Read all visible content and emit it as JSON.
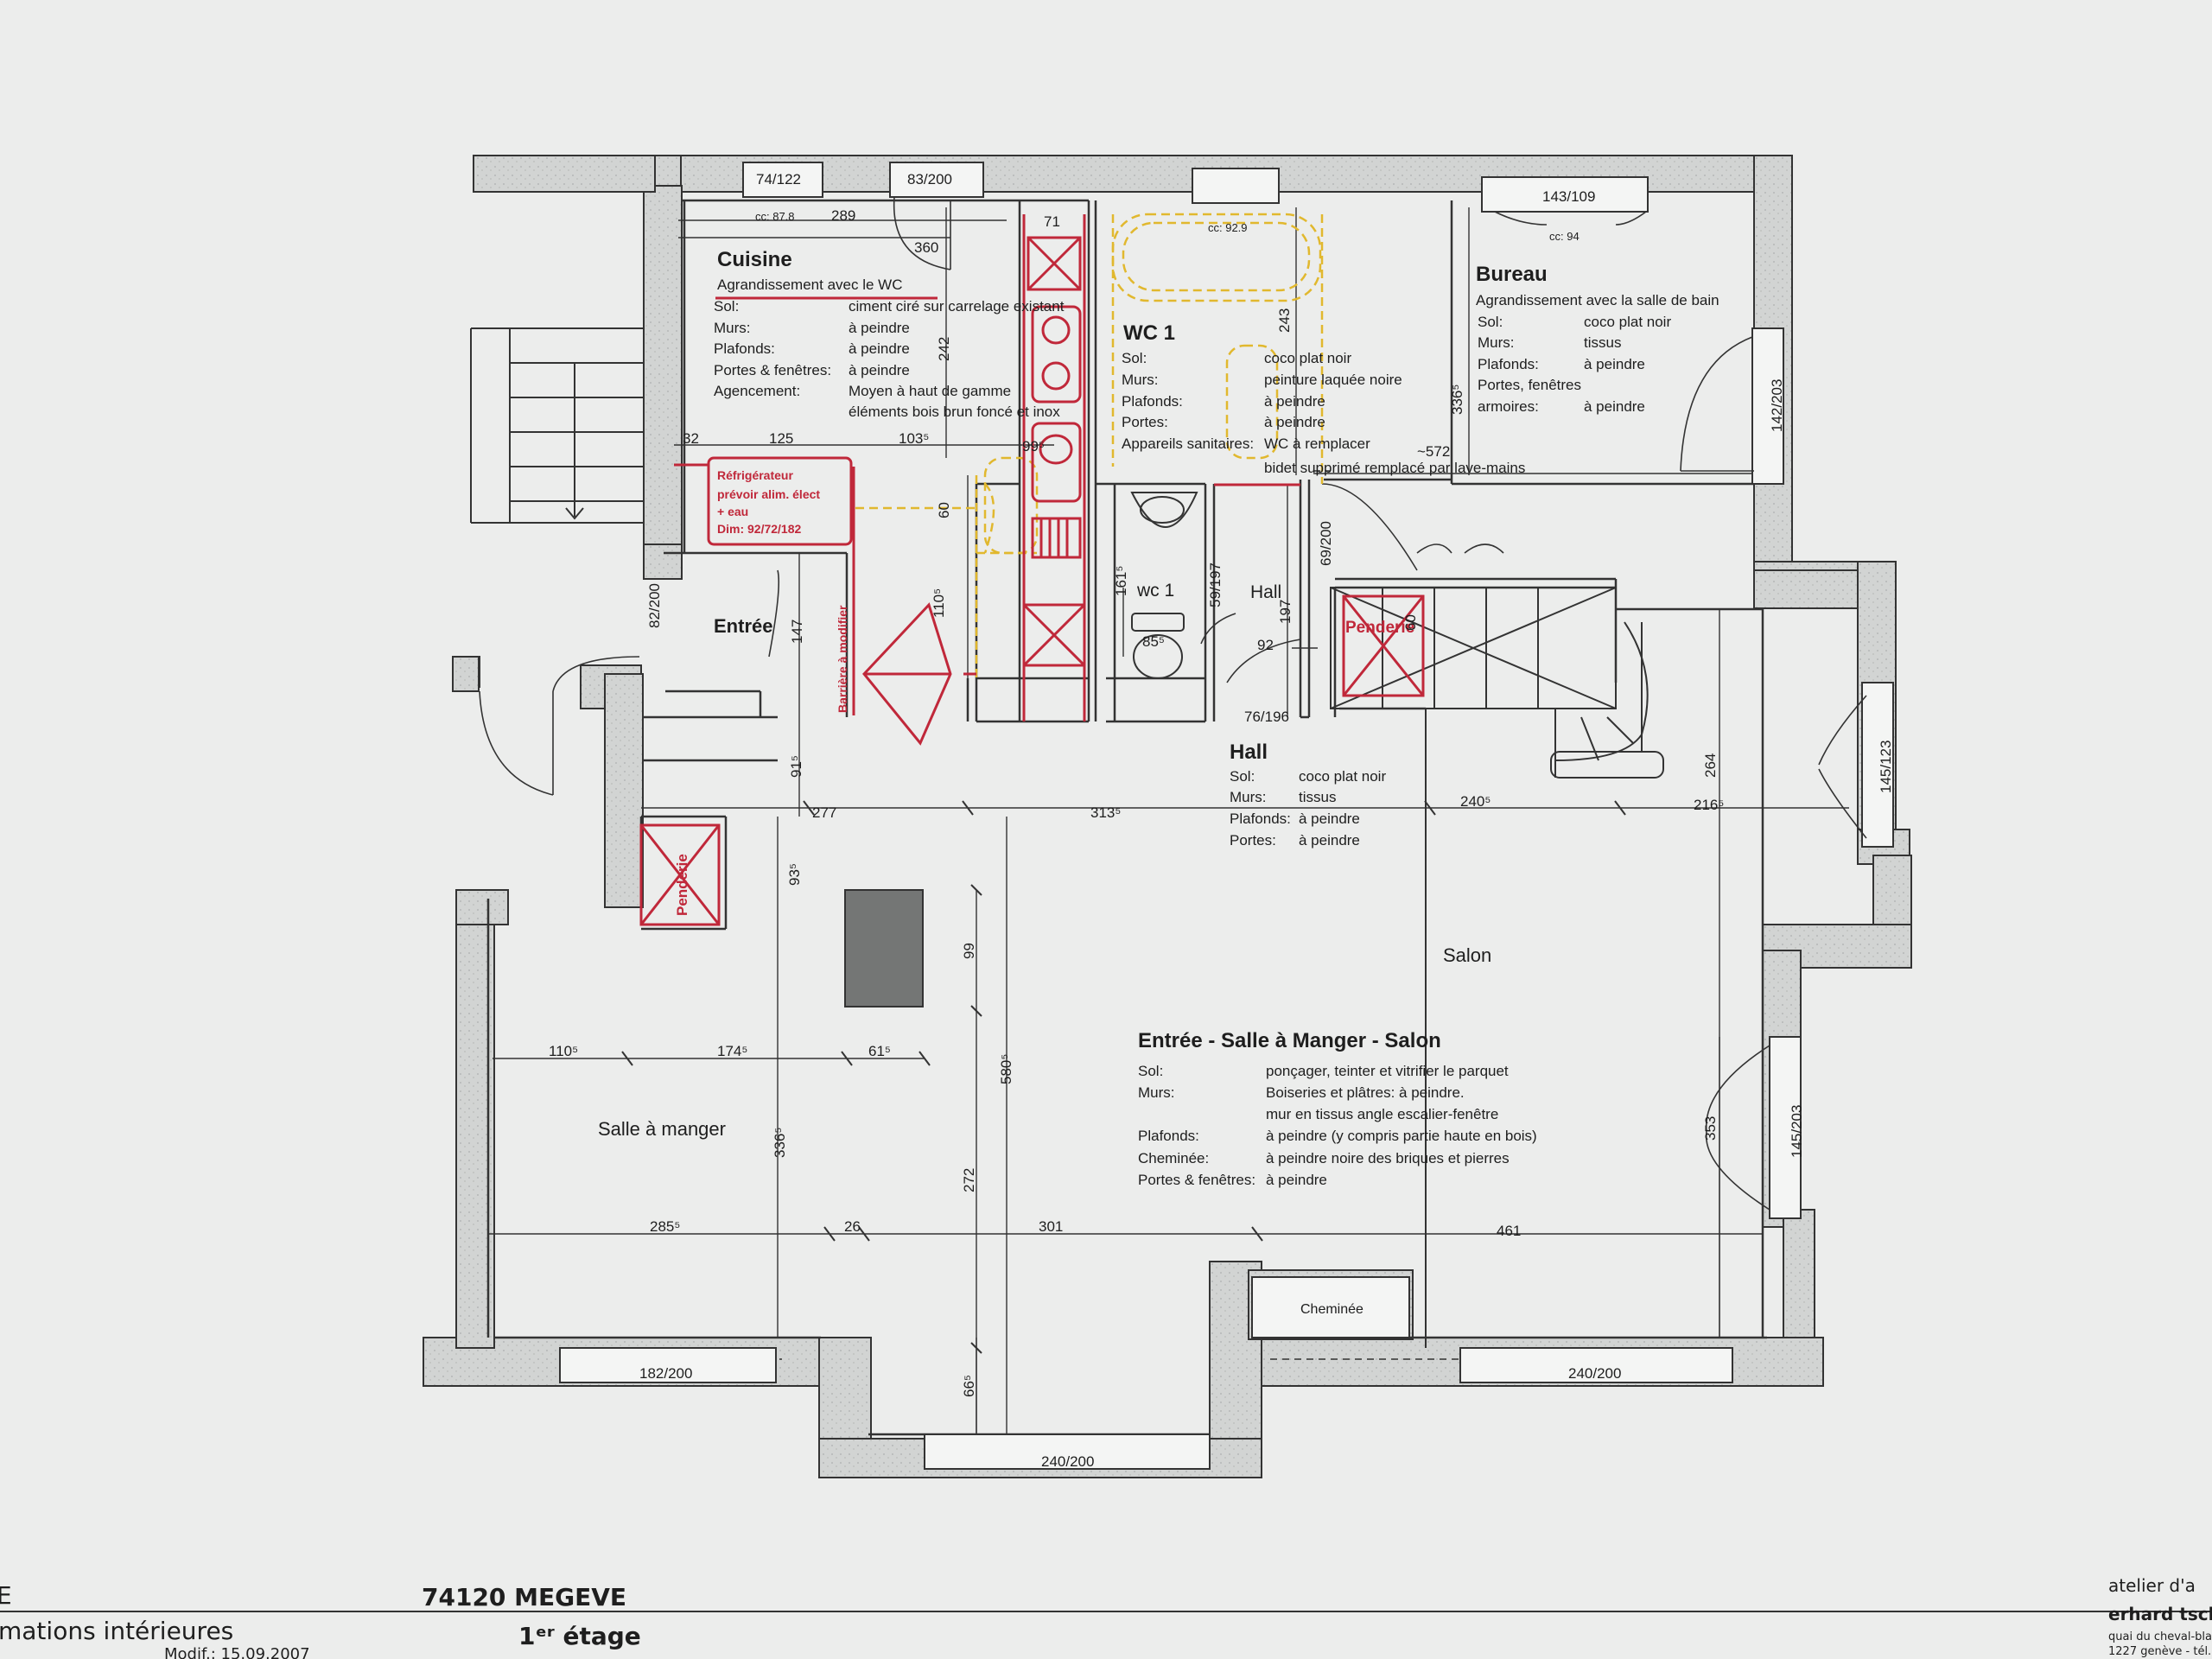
{
  "rooms": {
    "cuisine": {
      "title": "Cuisine",
      "subtitle": "Agrandissement avec le WC",
      "rows": [
        [
          "Sol:",
          "ciment ciré sur carrelage existant"
        ],
        [
          "Murs:",
          "à peindre"
        ],
        [
          "Plafonds:",
          "à peindre"
        ],
        [
          "Portes & fenêtres:",
          "à peindre"
        ],
        [
          "Agencement:",
          "Moyen à haut de gamme"
        ],
        [
          "",
          "éléments bois brun foncé et inox"
        ]
      ]
    },
    "wc1": {
      "title": "WC 1",
      "rows": [
        [
          "Sol:",
          "coco plat noir"
        ],
        [
          "Murs:",
          "peinture laquée noire"
        ],
        [
          "Plafonds:",
          "à peindre"
        ],
        [
          "Portes:",
          "à peindre"
        ],
        [
          "Appareils sanitaires:",
          "WC à remplacer"
        ],
        [
          "",
          "bidet supprimé remplacé par lave-mains"
        ]
      ]
    },
    "bureau": {
      "title": "Bureau",
      "subtitle": "Agrandissement avec la salle de bain",
      "rows": [
        [
          "Sol:",
          "coco plat noir"
        ],
        [
          "Murs:",
          "tissus"
        ],
        [
          "Plafonds:",
          "à peindre"
        ],
        [
          "Portes, fenêtres",
          ""
        ],
        [
          "armoires:",
          "à peindre"
        ]
      ]
    },
    "hall": {
      "title": "Hall",
      "rows": [
        [
          "Sol:",
          "coco plat noir"
        ],
        [
          "Murs:",
          "tissus"
        ],
        [
          "Plafonds:",
          "à peindre"
        ],
        [
          "Portes:",
          "à peindre"
        ]
      ]
    },
    "sejour": {
      "title": "Entrée - Salle à Manger - Salon",
      "rows": [
        [
          "Sol:",
          "ponçager, teinter et vitrifier le parquet"
        ],
        [
          "Murs:",
          "Boiseries et plâtres: à peindre."
        ],
        [
          "",
          "mur en tissus angle escalier-fenêtre"
        ],
        [
          "Plafonds:",
          "à peindre (y compris partie haute en bois)"
        ],
        [
          "Cheminée:",
          "à peindre noire des briques et pierres"
        ],
        [
          "Portes & fenêtres:",
          "à peindre"
        ]
      ]
    }
  },
  "labels": {
    "entree": "Entrée",
    "salon": "Salon",
    "salle_a_manger": "Salle à manger",
    "wc1_small": "wc 1",
    "hall_small": "Hall",
    "cheminee": "Cheminée",
    "penderie_a": "Penderie",
    "penderie_b": "Penderie",
    "fridge": [
      "Réfrigérateur",
      "prévoir alim. élect",
      "+ eau",
      "Dim: 92/72/182"
    ],
    "barriere": "Barrière à modifier"
  },
  "openings": {
    "w1": "74/122",
    "w2": "83/200",
    "w3": "143/109",
    "w4": "142/203",
    "w5": "145/123",
    "w6": "145/203",
    "w7": "182/200",
    "w8": "240/200",
    "w9": "240/200",
    "d1": "82/200",
    "d2": "69/200",
    "d3": "59/197",
    "d4": "76/196"
  },
  "dimensions": {
    "d289": "289",
    "d360": "360",
    "d71": "71",
    "d242": "242",
    "d243": "243",
    "d336_top": "336⁵",
    "d572": "~572",
    "d32": "32",
    "d125": "125",
    "d103": "103⁵",
    "d99_top": "99⁵",
    "d60a": "60",
    "d60b": "60",
    "d110": "110⁵",
    "d147": "147",
    "d161": "161⁵",
    "d197": "197",
    "d92": "92",
    "d85": "85⁵",
    "d91": "91⁵",
    "d277": "277",
    "d313": "313⁵",
    "d240_5": "240⁵",
    "d216": "216⁵",
    "d264": "264",
    "d93": "93⁵",
    "d99": "99",
    "d110b": "110⁵",
    "d174": "174⁵",
    "d61": "61⁵",
    "d580": "580⁵",
    "d336_left": "336⁵",
    "d272": "272",
    "d353": "353",
    "d285": "285⁵",
    "d26": "26",
    "d301": "301",
    "d461": "461",
    "d66": "66⁵",
    "cc878": "cc: 87.8",
    "cc929": "cc: 92.9",
    "cc94": "cc: 94"
  },
  "footer": {
    "location": "74120 MEGEVE",
    "floor": "1ᵉʳ étage",
    "subject": "mations intérieures",
    "left_char": "E",
    "date": "Modif.: 15.09.2007",
    "atelier": "atelier d'a",
    "architect": "erhard tsch",
    "addr1": "quai du cheval-bla",
    "addr2": "1227 genève - tél."
  }
}
